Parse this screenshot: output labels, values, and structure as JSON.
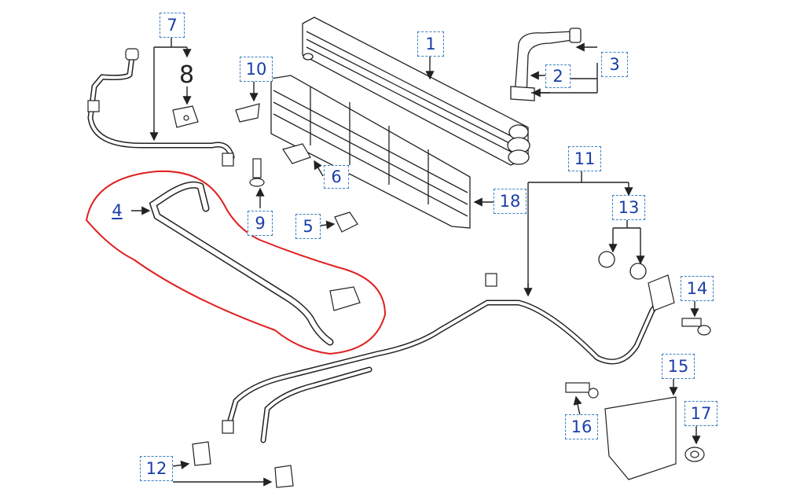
{
  "callouts": {
    "c1": "1",
    "c2": "2",
    "c3": "3",
    "c4": "4",
    "c5": "5",
    "c6": "6",
    "c7": "7",
    "c9": "9",
    "c10": "10",
    "c11": "11",
    "c12": "12",
    "c13": "13",
    "c14": "14",
    "c15": "15",
    "c16": "16",
    "c17": "17",
    "c18": "18"
  },
  "quantity_label": "8",
  "colors": {
    "callout_text": "#1a3ea8",
    "callout_border": "#3b7fc4",
    "highlight": "#e02020",
    "line": "#222222"
  }
}
